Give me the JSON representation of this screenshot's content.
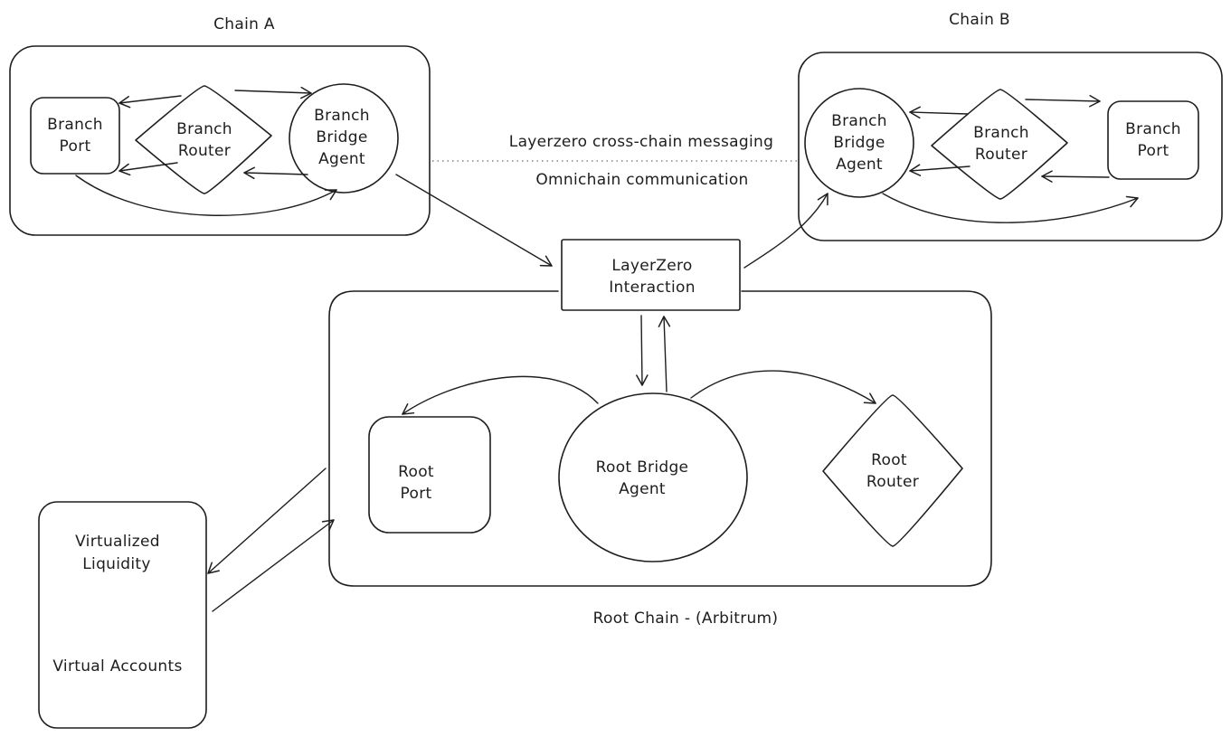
{
  "chain_a": {
    "title": "Chain A",
    "branch_port": [
      "Branch",
      "Port"
    ],
    "branch_router": [
      "Branch",
      "Router"
    ],
    "branch_bridge_agent": [
      "Branch",
      "Bridge",
      "Agent"
    ]
  },
  "chain_b": {
    "title": "Chain B",
    "branch_bridge_agent": [
      "Branch",
      "Bridge",
      "Agent"
    ],
    "branch_router": [
      "Branch",
      "Router"
    ],
    "branch_port": [
      "Branch",
      "Port"
    ]
  },
  "messaging": {
    "label_top": "Layerzero cross-chain messaging",
    "label_bottom": "Omnichain communication"
  },
  "layerzero": {
    "label": [
      "LayerZero",
      "Interaction"
    ]
  },
  "root_chain": {
    "title": "Root Chain - (Arbitrum)",
    "root_port": [
      "Root",
      "Port"
    ],
    "root_bridge_agent": [
      "Root Bridge",
      "Agent"
    ],
    "root_router": [
      "Root",
      "Router"
    ]
  },
  "virtual": {
    "virtualized_liquidity": [
      "Virtualized",
      "Liquidity"
    ],
    "virtual_accounts": "Virtual Accounts"
  }
}
